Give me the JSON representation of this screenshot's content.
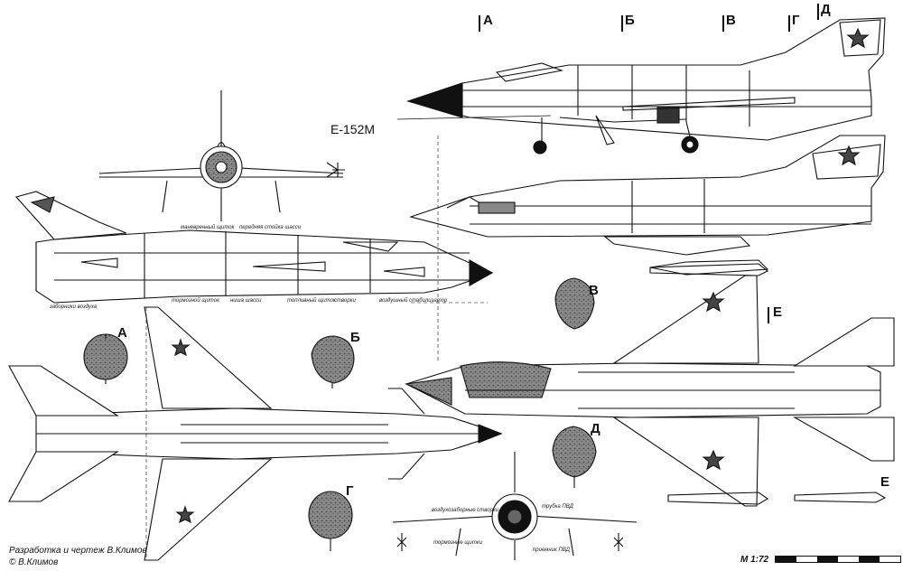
{
  "drawing": {
    "title": "Е-152М",
    "credit_author": "Разработка и чертеж В.Климов",
    "credit_copyright": "© В.Климов",
    "scale": "М 1:72"
  },
  "section_marks": {
    "a": "А",
    "b": "Б",
    "v": "В",
    "g": "Г",
    "d": "Д",
    "e": "Е"
  },
  "callouts": {
    "top": [
      "маневренный щиток",
      "передняя стойка шасси"
    ],
    "side": [
      "заборники воздуха",
      "тормозной щиток",
      "ниша шасси",
      "топливный щиток",
      "створки",
      "воздушный стабилизатор"
    ],
    "front": [
      "воздухозаборные створки",
      "трубка ПВД",
      "тормозные щитки",
      "приемник ПВД"
    ]
  },
  "colors": {
    "ink": "#111111",
    "paper": "#ffffff",
    "hatch": "#7a7a7a"
  }
}
